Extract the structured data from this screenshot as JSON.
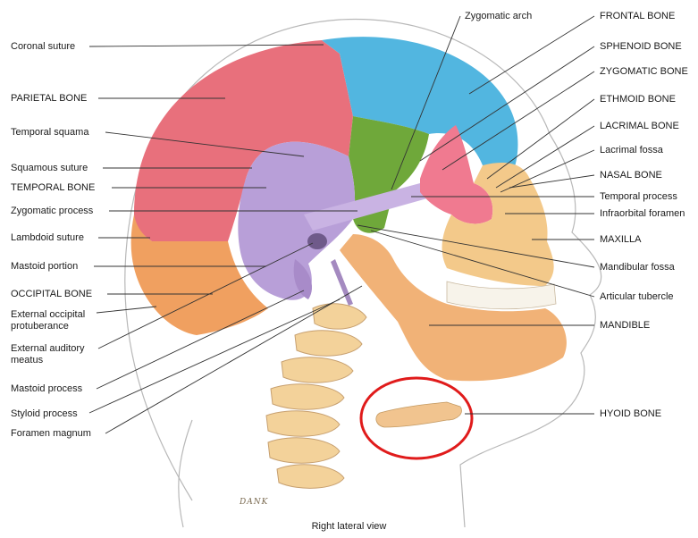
{
  "caption": "Right lateral view",
  "signature": "DANK",
  "highlight_color": "#e01b1b",
  "colors": {
    "frontal": "#52b6e0",
    "sphenoid": "#6fa83a",
    "parietal": "#e8707c",
    "temporal": "#b89fd8",
    "occipital": "#f0a060",
    "zygomatic": "#f07a90",
    "facial": "#f3c98a",
    "mandible": "#f1b277",
    "vertebrae": "#f3d29a"
  },
  "labels_left": [
    {
      "id": "coronal-suture",
      "text": "Coronal suture"
    },
    {
      "id": "parietal-bone",
      "text": "PARIETAL BONE"
    },
    {
      "id": "temporal-squama",
      "text": "Temporal squama"
    },
    {
      "id": "squamous-suture",
      "text": "Squamous suture"
    },
    {
      "id": "temporal-bone",
      "text": "TEMPORAL BONE"
    },
    {
      "id": "zygomatic-process",
      "text": "Zygomatic process"
    },
    {
      "id": "lambdoid-suture",
      "text": "Lambdoid suture"
    },
    {
      "id": "mastoid-portion",
      "text": "Mastoid portion"
    },
    {
      "id": "occipital-bone",
      "text": "OCCIPITAL BONE"
    },
    {
      "id": "external-occipital-protuberance",
      "text": "External occipital protuberance"
    },
    {
      "id": "external-auditory-meatus",
      "text": "External auditory meatus"
    },
    {
      "id": "mastoid-process",
      "text": "Mastoid process"
    },
    {
      "id": "styloid-process",
      "text": "Styloid process"
    },
    {
      "id": "foramen-magnum",
      "text": "Foramen magnum"
    }
  ],
  "labels_right": [
    {
      "id": "zygomatic-arch",
      "text": "Zygomatic arch"
    },
    {
      "id": "frontal-bone",
      "text": "FRONTAL BONE"
    },
    {
      "id": "sphenoid-bone",
      "text": "SPHENOID BONE"
    },
    {
      "id": "zygomatic-bone",
      "text": "ZYGOMATIC BONE"
    },
    {
      "id": "ethmoid-bone",
      "text": "ETHMOID BONE"
    },
    {
      "id": "lacrimal-bone",
      "text": "LACRIMAL BONE"
    },
    {
      "id": "lacrimal-fossa",
      "text": "Lacrimal fossa"
    },
    {
      "id": "nasal-bone",
      "text": "NASAL BONE"
    },
    {
      "id": "temporal-process",
      "text": "Temporal process"
    },
    {
      "id": "infraorbital-foramen",
      "text": "Infraorbital foramen"
    },
    {
      "id": "maxilla",
      "text": "MAXILLA"
    },
    {
      "id": "mandibular-fossa",
      "text": "Mandibular fossa"
    },
    {
      "id": "articular-tubercle",
      "text": "Articular tubercle"
    },
    {
      "id": "mandible",
      "text": "MANDIBLE"
    },
    {
      "id": "hyoid-bone",
      "text": "HYOID BONE"
    }
  ]
}
